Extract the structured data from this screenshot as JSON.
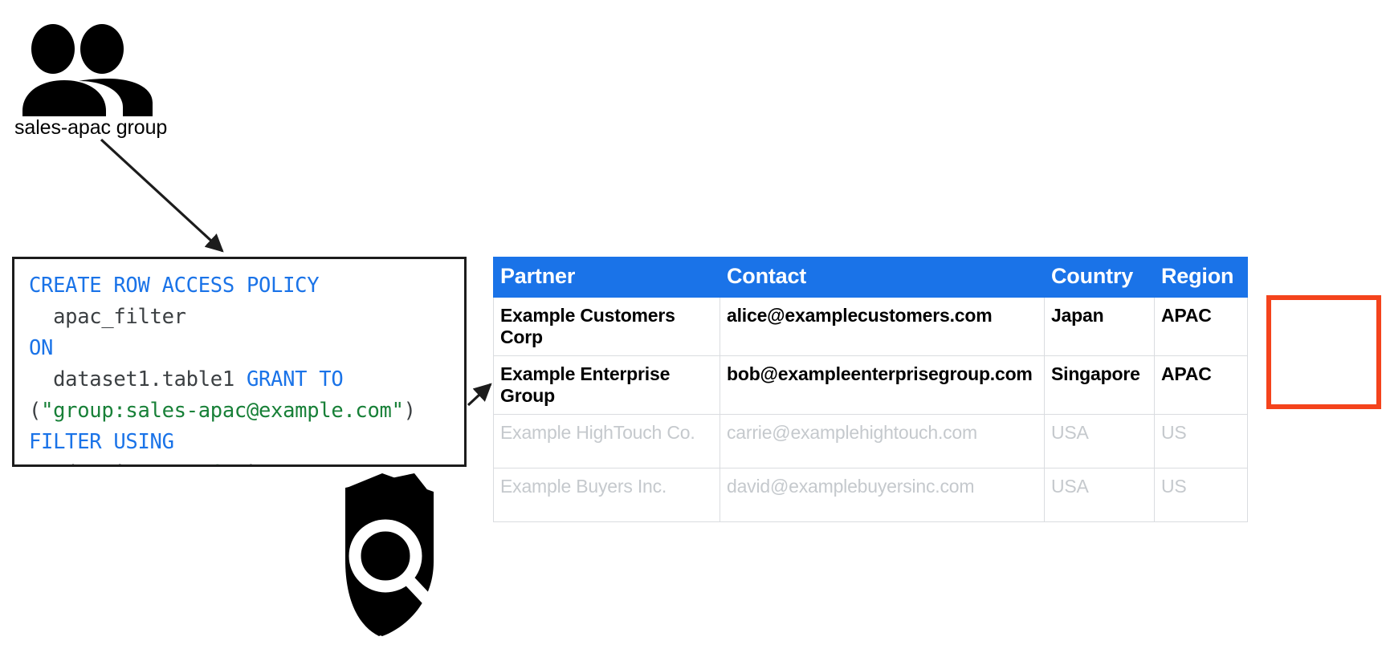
{
  "diagram": {
    "group_node": {
      "label": "sales-apac group",
      "icon": "people-group-icon"
    },
    "shield": {
      "icon": "shield-search-icon"
    },
    "arrows": [
      {
        "name": "arrow-group-to-policy"
      },
      {
        "name": "arrow-policy-to-table"
      }
    ]
  },
  "sql": {
    "title": "row-access-policy-sql",
    "lines": [
      {
        "tokens": [
          {
            "t": "CREATE ROW ACCESS POLICY",
            "c": "kw"
          }
        ]
      },
      {
        "tokens": [
          {
            "t": "  apac_filter",
            "c": "plain"
          }
        ]
      },
      {
        "tokens": [
          {
            "t": "ON",
            "c": "kw"
          }
        ]
      },
      {
        "tokens": [
          {
            "t": "  dataset1.table1 ",
            "c": "plain"
          },
          {
            "t": "GRANT TO",
            "c": "kw"
          }
        ]
      },
      {
        "tokens": [
          {
            "t": "(",
            "c": "plain"
          },
          {
            "t": "\"group:sales-apac@example.com\"",
            "c": "str"
          },
          {
            "t": ")",
            "c": "plain"
          }
        ]
      },
      {
        "tokens": [
          {
            "t": "FILTER USING",
            "c": "kw"
          }
        ]
      },
      {
        "tokens": [
          {
            "t": "   (region=",
            "c": "plain"
          },
          {
            "t": "\"APAC\"",
            "c": "str"
          },
          {
            "t": " );",
            "c": "plain"
          }
        ]
      }
    ],
    "full_text": "CREATE ROW ACCESS POLICY\n  apac_filter\nON\n  dataset1.table1 GRANT TO\n(\"group:sales-apac@example.com\")\nFILTER USING\n   (region=\"APAC\" );"
  },
  "table": {
    "name": "partner-table",
    "header_color": "#1a73e8",
    "dim_color": "#c5c9cd",
    "columns": [
      {
        "key": "partner",
        "label": "Partner"
      },
      {
        "key": "contact",
        "label": "Contact"
      },
      {
        "key": "country",
        "label": "Country"
      },
      {
        "key": "region",
        "label": "Region"
      }
    ],
    "rows": [
      {
        "state": "visible",
        "partner": "Example Customers Corp",
        "contact": "alice@examplecustomers.com",
        "country": "Japan",
        "region": "APAC"
      },
      {
        "state": "visible",
        "partner": "Example Enterprise Group",
        "contact": "bob@exampleenterprisegroup.com",
        "country": "Singapore",
        "region": "APAC"
      },
      {
        "state": "filtered",
        "partner": "Example HighTouch Co.",
        "contact": "carrie@examplehightouch.com",
        "country": "USA",
        "region": "US"
      },
      {
        "state": "filtered",
        "partner": "Example Buyers Inc.",
        "contact": "david@examplebuyersinc.com",
        "country": "USA",
        "region": "US"
      }
    ]
  },
  "highlight": {
    "name": "region-apac-highlight",
    "color": "#f4431c"
  }
}
